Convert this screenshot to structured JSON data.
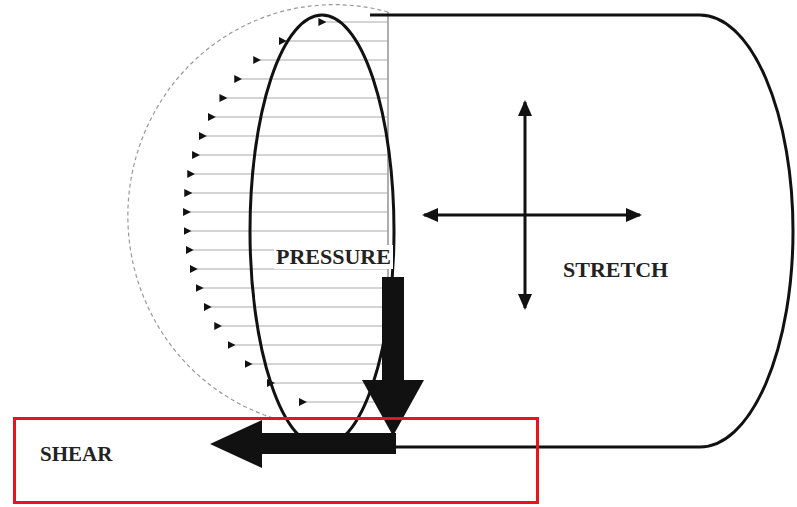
{
  "diagram": {
    "nodes": [
      {
        "text": [
          "SHEAR"
        ]
      }
    ],
    "labels": [
      "PRESSURE",
      "STRETCH"
    ]
  }
}
